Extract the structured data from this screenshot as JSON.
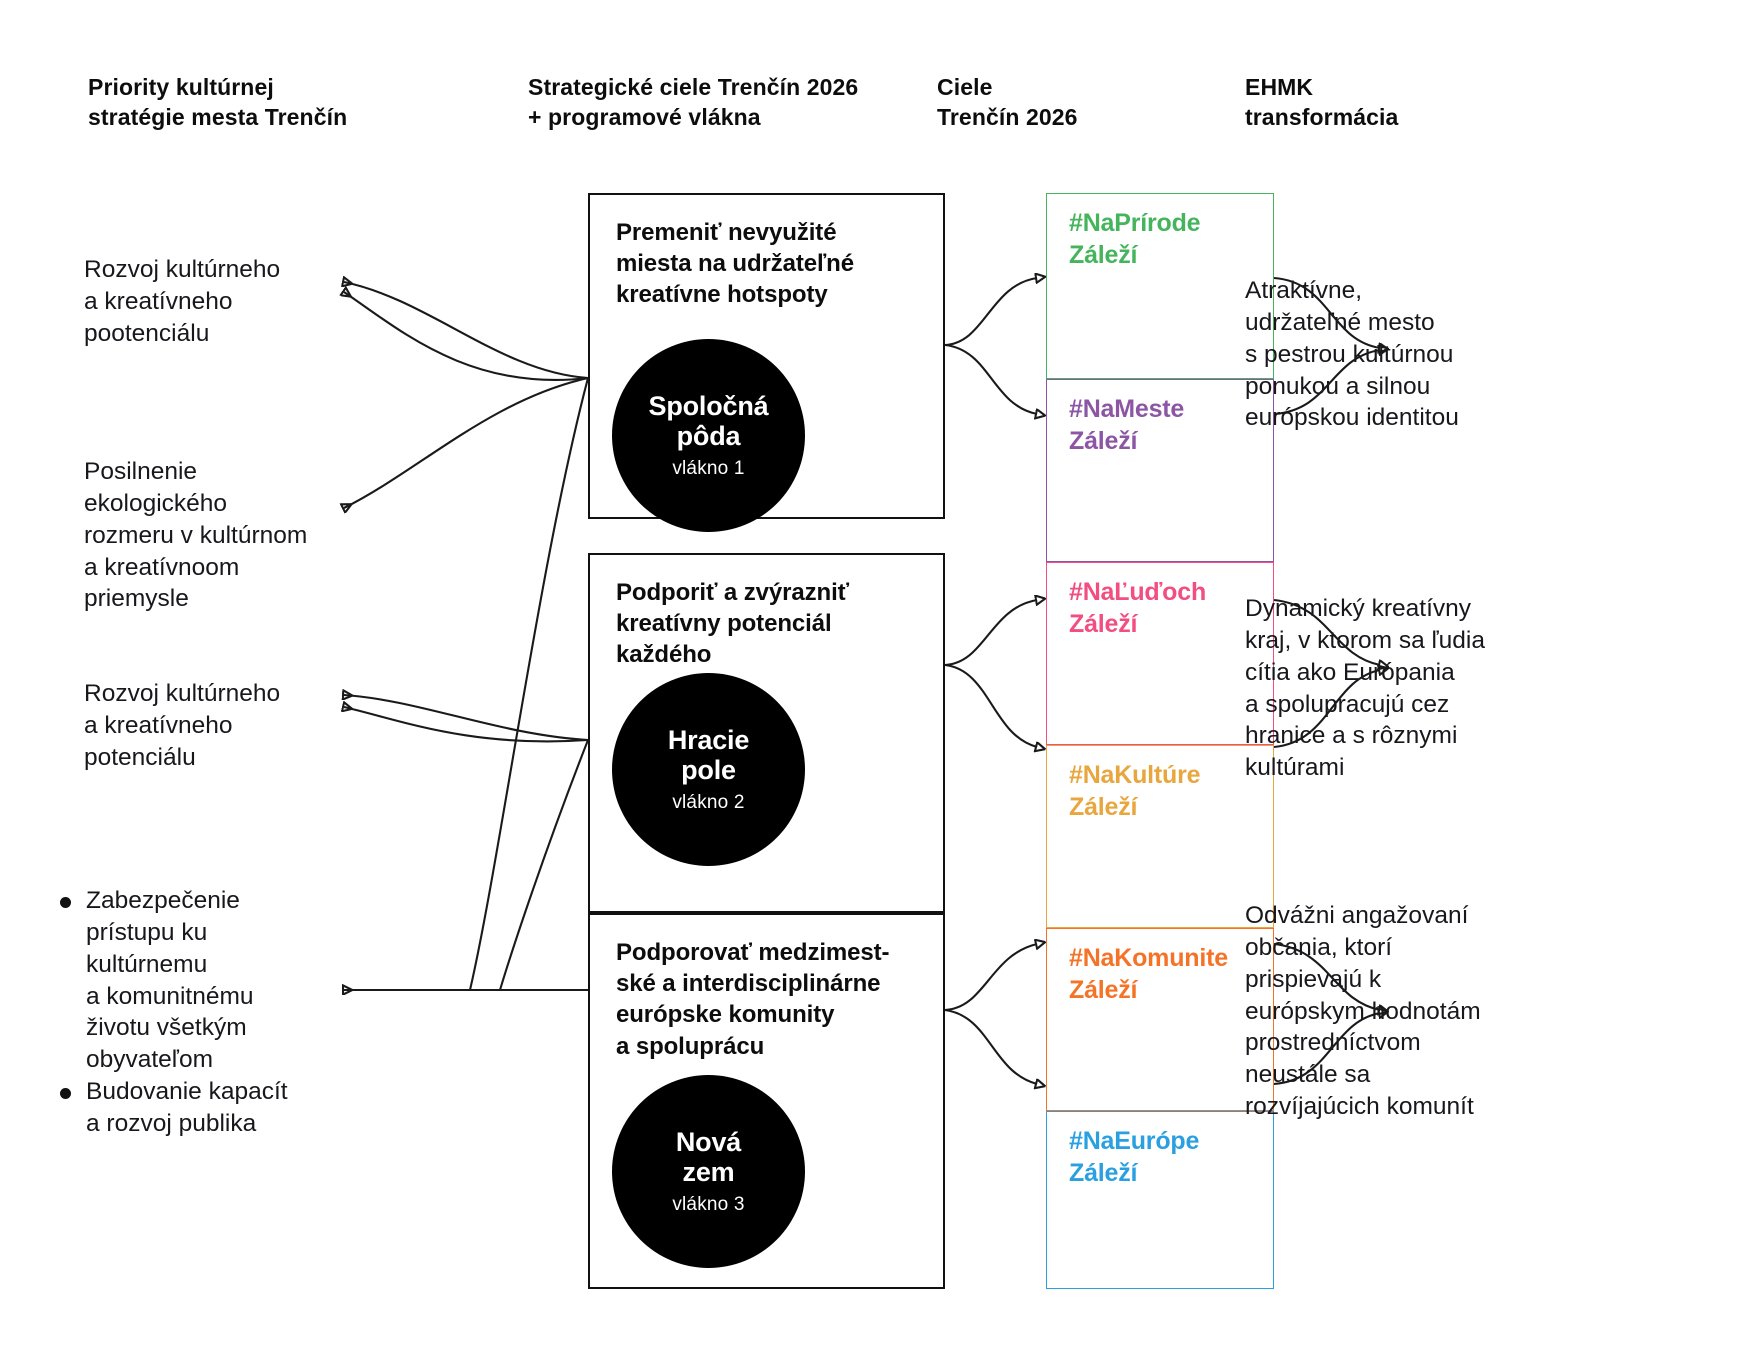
{
  "columns": {
    "priorities_heading": "Priority kultúrnej\nstratégie mesta Trenčín",
    "goals_heading": "Strategické ciele Trenčín 2026\n+ programové vlákna",
    "targets_heading": "Ciele\nTrenčín 2026",
    "transformation_heading": "EHMK\ntransformácia"
  },
  "priorities": [
    {
      "text": "Rozvoj kultúrneho\na kreatívneho\npootenciálu"
    },
    {
      "text": "Posilnenie\nekologického\nrozmeru v kultúrnom\na kreatívnoom\npriemysle"
    },
    {
      "text": "Rozvoj kultúrneho\na kreatívneho\npotenciálu"
    }
  ],
  "priority_bullets": [
    "Zabezpečenie\nprístupu ku\nkultúrnemu\na komunitnému\nživotu  všetkým\nobyvateľom",
    "Budovanie kapacít\na rozvoj publika"
  ],
  "goals": [
    {
      "title": "Premeniť nevyužité\nmiesta na udržateľné\nkreatívne hotspoty",
      "thread_name": "Spoločná\npôda",
      "thread_label": "vlákno 1"
    },
    {
      "title": "Podporiť a zvýrazniť\nkreatívny potenciál\nkaždého",
      "thread_name": "Hracie\npole",
      "thread_label": "vlákno 2"
    },
    {
      "title": "Podporovať medzimest-\nské a interdisciplinárne\neurópske komunity\na spoluprácu",
      "thread_name": "Nová\nzem",
      "thread_label": "vlákno 3"
    }
  ],
  "targets": [
    {
      "tag": "#NaPrírode\nZáleží",
      "color": "#45b45c"
    },
    {
      "tag": "#NaMeste\nZáleží",
      "color": "#8c56a4"
    },
    {
      "tag": "#NaĽuďoch\nZáleží",
      "color": "#f24e80"
    },
    {
      "tag": "#NaKultúre\nZáleží",
      "color": "#e8a63f"
    },
    {
      "tag": "#NaKomunite\nZáleží",
      "color": "#f47327"
    },
    {
      "tag": "#NaEurópe\nZáleží",
      "color": "#2aa0e0"
    }
  ],
  "transformations": [
    "Atraktívne,\nudržateľné mesto\ns pestrou kultúrnou\nponukou a silnou\neurópskou identitou",
    "Dynamický kreatívny\nkraj, v ktorom sa ľudia\ncítia ako Európania\na spolupracujú cez\nhranice a s rôznymi\nkultúrami",
    "Odvážni angažovaní\nobčania, ktorí\nprispievajú k\neurópskym hodnotám\nprostredníctvom\nneustále sa\nrozvíjajúcich komunít"
  ]
}
